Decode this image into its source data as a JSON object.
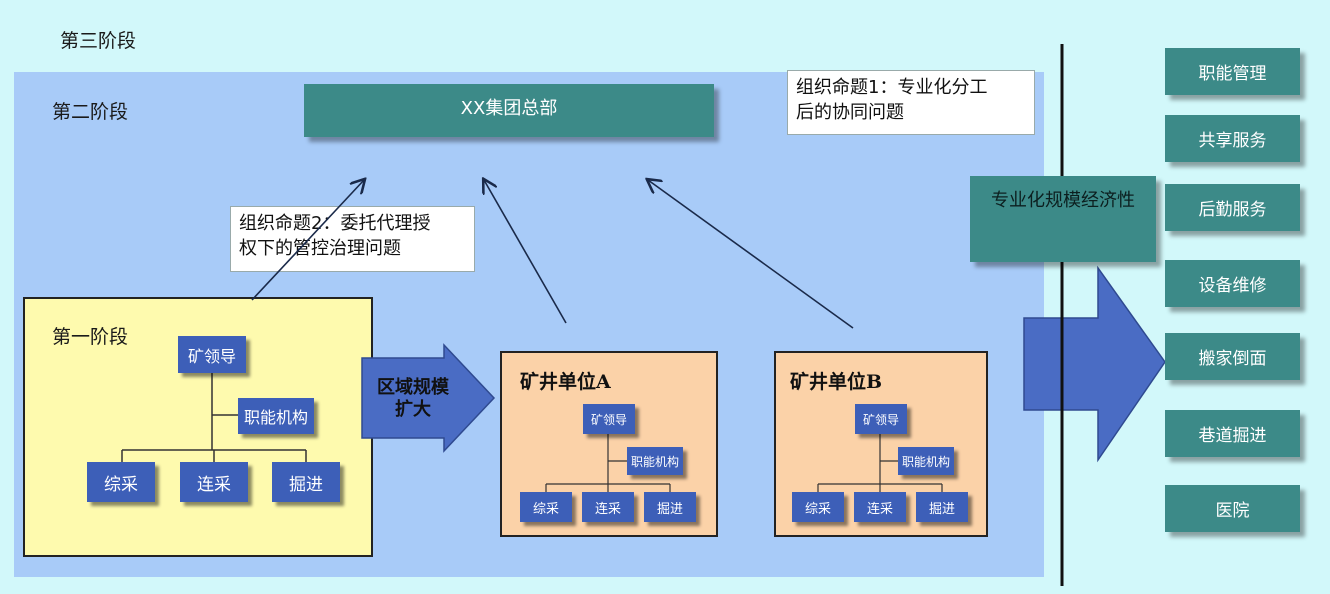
{
  "stage3": {
    "label": "第三阶段"
  },
  "stage2": {
    "label": "第二阶段"
  },
  "stage1": {
    "label": "第一阶段",
    "leader": "矿领导",
    "functional": "职能机构",
    "units": [
      "综采",
      "连采",
      "掘进"
    ]
  },
  "hq": {
    "label": "XX集团总部"
  },
  "proposition1": "组织命题1：专业化分工后的协同问题",
  "proposition1_lines": [
    "组织命题1：专业化分工",
    "后的协同问题"
  ],
  "proposition2_lines": [
    "组织命题2：委托代理授",
    "权下的管控治理问题"
  ],
  "expansion_arrow": {
    "line1": "区域规模",
    "line2": "扩大"
  },
  "mine_a": {
    "title": "矿井单位A",
    "leader": "矿领导",
    "functional": "职能机构",
    "units": [
      "综采",
      "连采",
      "掘进"
    ]
  },
  "mine_b": {
    "title": "矿井单位B",
    "leader": "矿领导",
    "functional": "职能机构",
    "units": [
      "综采",
      "连采",
      "掘进"
    ]
  },
  "economy_box": "专业化规模经济性",
  "services": [
    "职能管理",
    "共享服务",
    "后勤服务",
    "设备维修",
    "搬家倒面",
    "巷道掘进",
    "医院"
  ],
  "colors": {
    "background": "#d2f8fa",
    "stage2": "#a8cbf8",
    "stage1": "#fefaae",
    "mine": "#fbd2a8",
    "teal": "#3c8a88",
    "unit_blue": "#3d5fb8",
    "big_arrow": "#4a6cc4"
  }
}
